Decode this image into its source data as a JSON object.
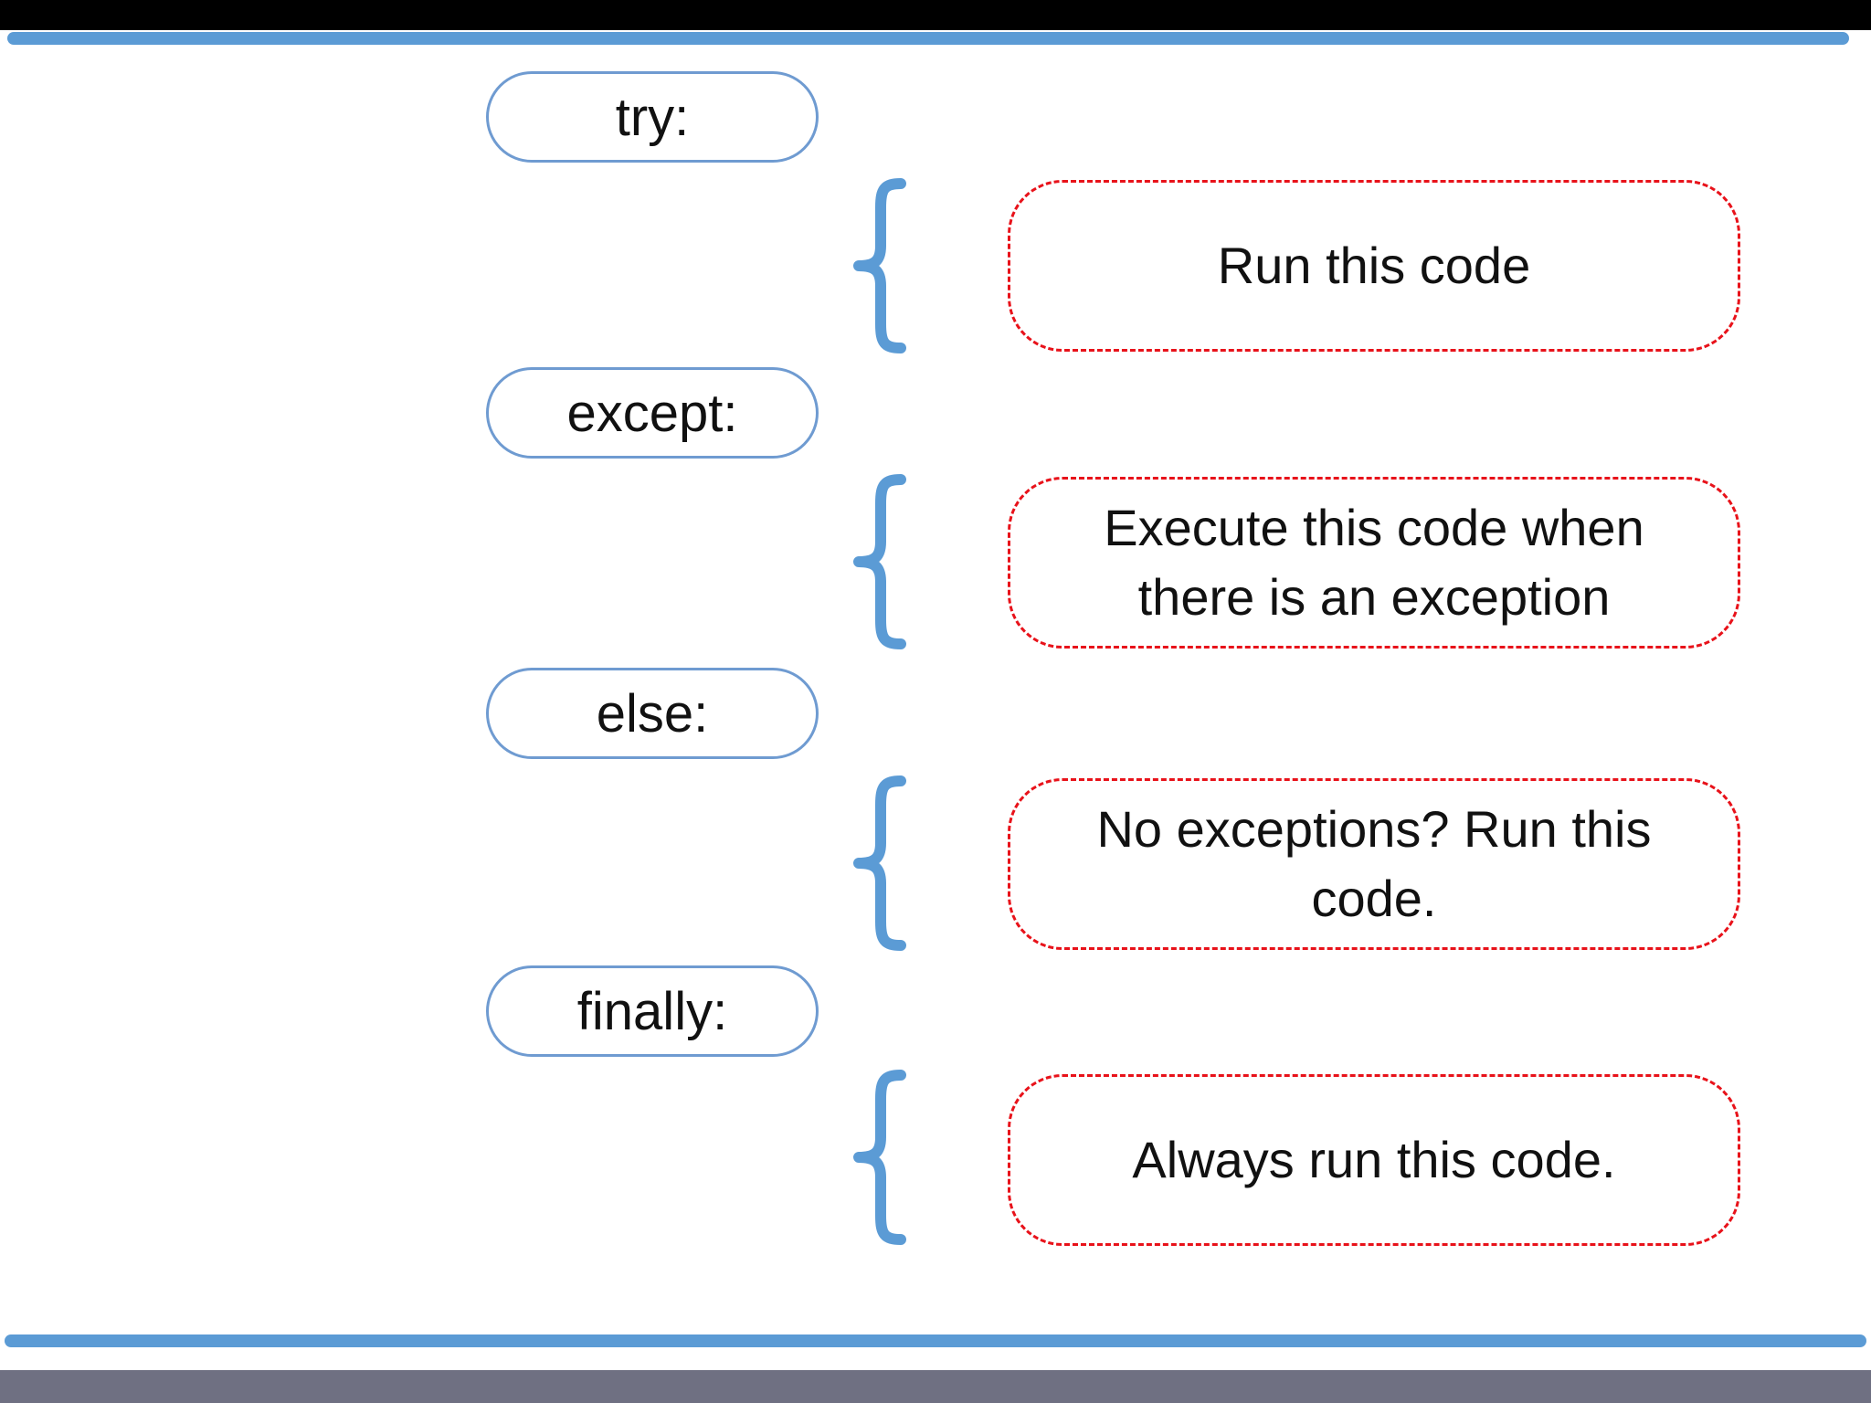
{
  "colors": {
    "accent_blue": "#5b9bd5",
    "pill_border": "#6f9bd1",
    "dashed_red": "#e8121a",
    "top_bar": "#000000",
    "bottom_bar": "#6f7082"
  },
  "diagram": {
    "blocks": [
      {
        "keyword": "try:",
        "description": "Run this code"
      },
      {
        "keyword": "except:",
        "description": "Execute this code when there is an exception"
      },
      {
        "keyword": "else:",
        "description": "No exceptions? Run this code."
      },
      {
        "keyword": "finally:",
        "description": "Always run this code."
      }
    ]
  }
}
